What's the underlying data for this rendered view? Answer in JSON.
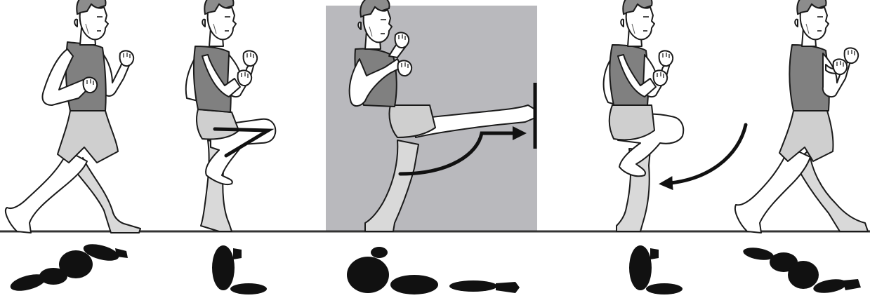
{
  "figure": {
    "frames": [
      {
        "id": "frame-1",
        "phase": "stance"
      },
      {
        "id": "frame-2",
        "phase": "knee-lift"
      },
      {
        "id": "frame-3",
        "phase": "kick-extension",
        "highlighted": true
      },
      {
        "id": "frame-4",
        "phase": "pull-back"
      },
      {
        "id": "frame-5",
        "phase": "stance"
      }
    ],
    "colors": {
      "highlight_panel": "#b9b9bd",
      "vest": "#808080",
      "shorts": "#cfcfcf",
      "ink": "#111111"
    },
    "icons": [
      "runner-figure",
      "footprint-silhouette",
      "motion-arrow",
      "wall-target"
    ]
  }
}
